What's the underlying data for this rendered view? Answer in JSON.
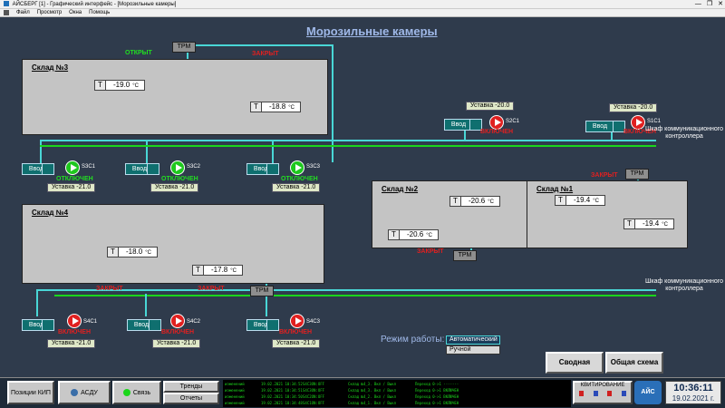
{
  "window": {
    "title": "АЙСБЕРГ [1] - Графический интерфейс - [Морозильные камеры]",
    "controls": [
      "—",
      "❐",
      "✕"
    ]
  },
  "menu": [
    "Файл",
    "Просмотр",
    "Окна",
    "Помощь"
  ],
  "page_title": "Морозильные камеры",
  "trm_label": "ТРМ",
  "sensor_symbol": "T",
  "unit": "°C",
  "vvod_label": "Ввод",
  "states": {
    "open": "ОТКРЫТ",
    "closed": "ЗАКРЫТ",
    "off": "ОТКЛЮЧЕН",
    "on": "ВКЛЮЧЕН"
  },
  "warehouses": {
    "w3": {
      "title": "Склад №3",
      "temps": [
        "-19.0",
        "-18.8"
      ]
    },
    "w4": {
      "title": "Склад №4",
      "temps": [
        "-18.0",
        "-17.8"
      ]
    },
    "w2": {
      "title": "Склад №2",
      "temps": [
        "-20.6",
        "-20.6"
      ]
    },
    "w1": {
      "title": "Склад №1",
      "temps": [
        "-19.4",
        "-19.4"
      ]
    }
  },
  "fans": {
    "s3c1": "S3C1",
    "s3c2": "S3C2",
    "s3c3": "S3C3",
    "s4c1": "S4C1",
    "s4c2": "S4C2",
    "s4c3": "S4C3",
    "s2c1": "S2C1",
    "s1c1": "S1C1"
  },
  "setpoints": {
    "s3c1": "Уставка  -21.0",
    "s3c2": "Уставка  -21.0",
    "s3c3": "Уставка  -21.0",
    "s4c1": "Уставка  -21.0",
    "s4c2": "Уставка  -21.0",
    "s4c3": "Уставка  -21.0",
    "s2c1": "Уставка  -20.0",
    "s1c1": "Уставка  -20.0"
  },
  "cabinet_label": "Шкаф коммуникационного контроллера",
  "mode": {
    "label": "Режим работы:",
    "options": [
      "Автоматический",
      "Ручной"
    ]
  },
  "buttons": {
    "summary": "Сводная",
    "general": "Общая схема"
  },
  "bottom": {
    "positions": "Позиции КИП",
    "asdu": "АСДУ",
    "svyaz": "Связь",
    "trends": "Тренды",
    "reports": "Отчеты",
    "ack": "КВИТИРОВАНИЕ",
    "logo": "АЙС",
    "time": "10:36:11",
    "date": "19.02.2021 г."
  },
  "log": [
    [
      "изменений",
      "19.02.2021 10:34:52",
      "S4C3ON:OFF",
      "Склад №4_3. Вкл / Выкл",
      "Переход 0->1  -------"
    ],
    [
      "изменений",
      "19.02.2021 10:34:51",
      "S4C3ON:OFF",
      "Склад №4_3. Вкл / Выкл",
      "Переход 0->1  ВКЛЮЧЕН"
    ],
    [
      "изменений",
      "19.02.2021 10:34:50",
      "S4C2ON:OFF",
      "Склад №4_2. Вкл / Выкл",
      "Переход 0->1  ВКЛЮЧЕН"
    ],
    [
      "изменений",
      "19.02.2021 10:34:48",
      "S4C1ON:OFF",
      "Склад №4_1. Вкл / Выкл",
      "Переход 0->1  ВКЛЮЧЕН"
    ]
  ],
  "colors": {
    "background": "#2f3b4c",
    "pipe": "#49d6d6",
    "pipe_green": "#1bd61b",
    "closed": "#e02020",
    "open": "#22dd22"
  }
}
